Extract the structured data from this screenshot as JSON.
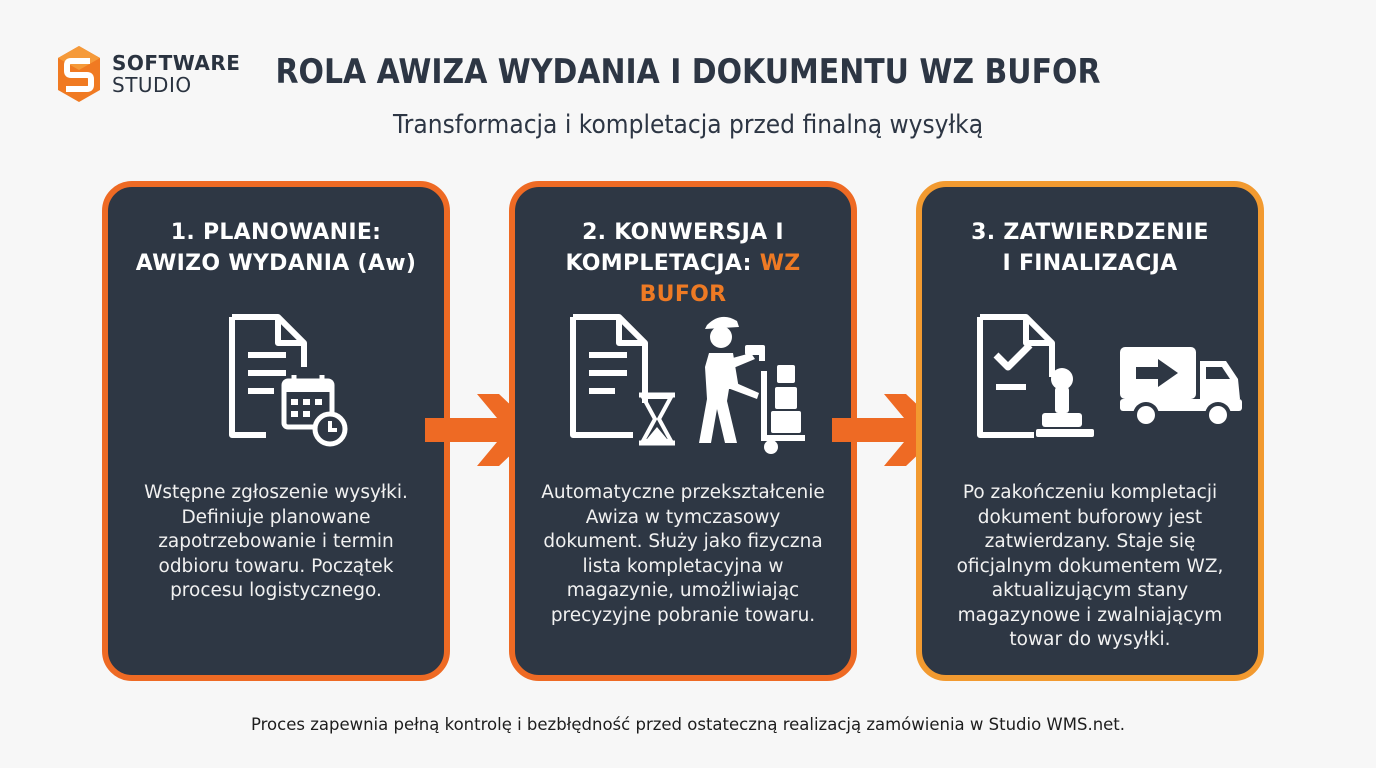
{
  "brand": {
    "line1": "SOFTWARE",
    "line2": "STUDIO",
    "logo_icon": "s-hexagon-logo-icon"
  },
  "header": {
    "title": "ROLA AWIZA WYDANIA I DOKUMENTU WZ BUFOR",
    "subtitle": "Transformacja i kompletacja przed finalną wysyłką"
  },
  "steps": [
    {
      "title_line1": "1. PLANOWANIE:",
      "title_line2": "AWIZO WYDANIA (Aw)",
      "icons": [
        "document-icon",
        "calendar-clock-icon"
      ],
      "description": "Wstępne zgłoszenie wysyłki. Definiuje planowane zapotrzebowanie i termin odbioru towaru. Początek procesu logistycznego."
    },
    {
      "title_line1": "2. KONWERSJA I",
      "title_line2_prefix": "KOMPLETACJA: ",
      "title_line2_accent": "WZ BUFOR",
      "icons": [
        "document-icon",
        "hourglass-icon",
        "warehouse-worker-icon"
      ],
      "description": "Automatyczne przekształcenie Awiza w tymczasowy dokument. Służy jako fizyczna lista kompletacyjna w magazynie, umożliwiając precyzyjne pobranie towaru."
    },
    {
      "title_line1": "3. ZATWIERDZENIE",
      "title_line2": "I FINALIZACJA",
      "icons": [
        "approved-document-icon",
        "stamp-icon",
        "delivery-truck-icon"
      ],
      "description": "Po zakończeniu kompletacji dokument buforowy jest zatwierdzany. Staje się oficjalnym dokumentem WZ, aktualizującym stany magazynowe i zwalniającym towar do wysyłki."
    }
  ],
  "connectors": [
    "arrow-right-icon",
    "arrow-right-icon"
  ],
  "footer": "Proces zapewnia pełną kontrolę i bezbłędność przed ostateczną realizacją zamówienia w Studio WMS.net.",
  "colors": {
    "accent": "#ee6a24",
    "accent_light": "#f29a30",
    "card_bg": "#2e3744",
    "title": "#2d3644"
  }
}
